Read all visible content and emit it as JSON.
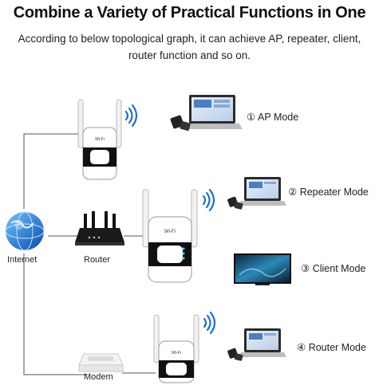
{
  "header": {
    "title": "Combine a Variety of Practical Functions in One",
    "subtitle": "According to below topological graph, it can achieve AP, repeater, client, router function and so on."
  },
  "nodes": {
    "internet": "Internet",
    "router": "Router",
    "modem": "Modem"
  },
  "modes": [
    {
      "number": "①",
      "label": "AP Mode"
    },
    {
      "number": "②",
      "label": "Repeater Mode"
    },
    {
      "number": "③",
      "label": "Client Mode"
    },
    {
      "number": "④",
      "label": "Router Mode"
    }
  ],
  "device": {
    "badge_text": "Wi-Fi"
  },
  "icons": [
    "globe-icon",
    "router-icon",
    "modem-icon",
    "wifi-signal-icon",
    "laptop-icon",
    "phone-icon",
    "tv-icon"
  ]
}
